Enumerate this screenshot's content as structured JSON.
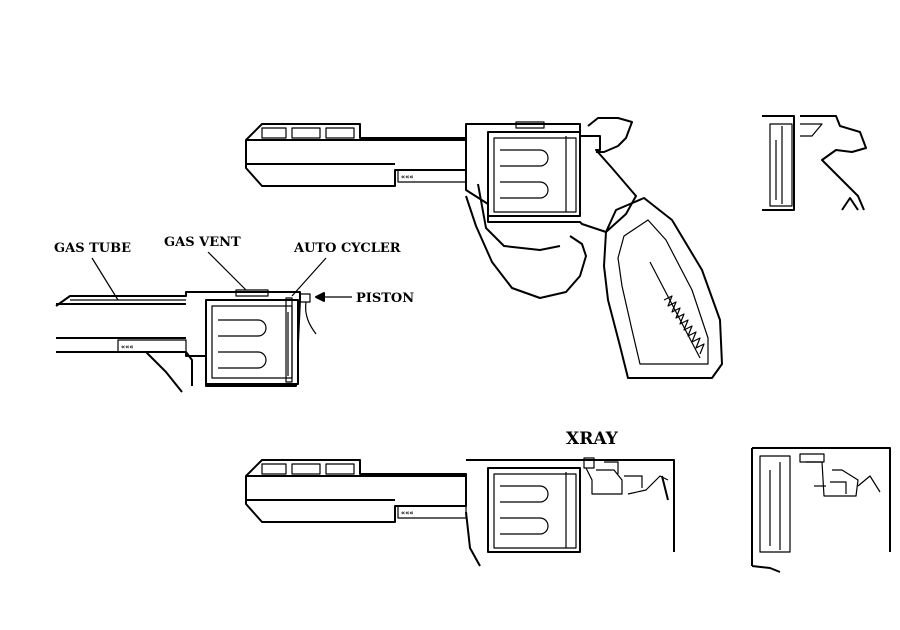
{
  "labels": {
    "gas_tube": "GAS TUBE",
    "gas_vent": "GAS VENT",
    "auto_cycler": "AUTO CYCLER",
    "piston": "PISTON",
    "xray": "XRAY"
  },
  "chevrons": "«««",
  "colors": {
    "ink": "#000000",
    "paper": "#ffffff"
  }
}
